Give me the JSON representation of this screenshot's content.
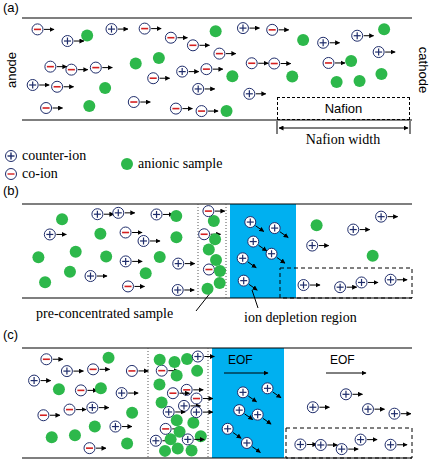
{
  "diagram": {
    "nodes": [
      {
        "text": [
          "Nafion"
        ]
      }
    ],
    "labels": [
      "(a)",
      "anode",
      "cathode",
      "Nafion width",
      "(b)",
      "pre-concentrated sample",
      "ion depletion region",
      "(c)",
      "EOF",
      "EOF"
    ],
    "legend": [
      {
        "text": "counter-ion"
      },
      {
        "text": "anionic sample",
        "color": "#2db84b"
      },
      {
        "text": "co-ion"
      }
    ]
  }
}
